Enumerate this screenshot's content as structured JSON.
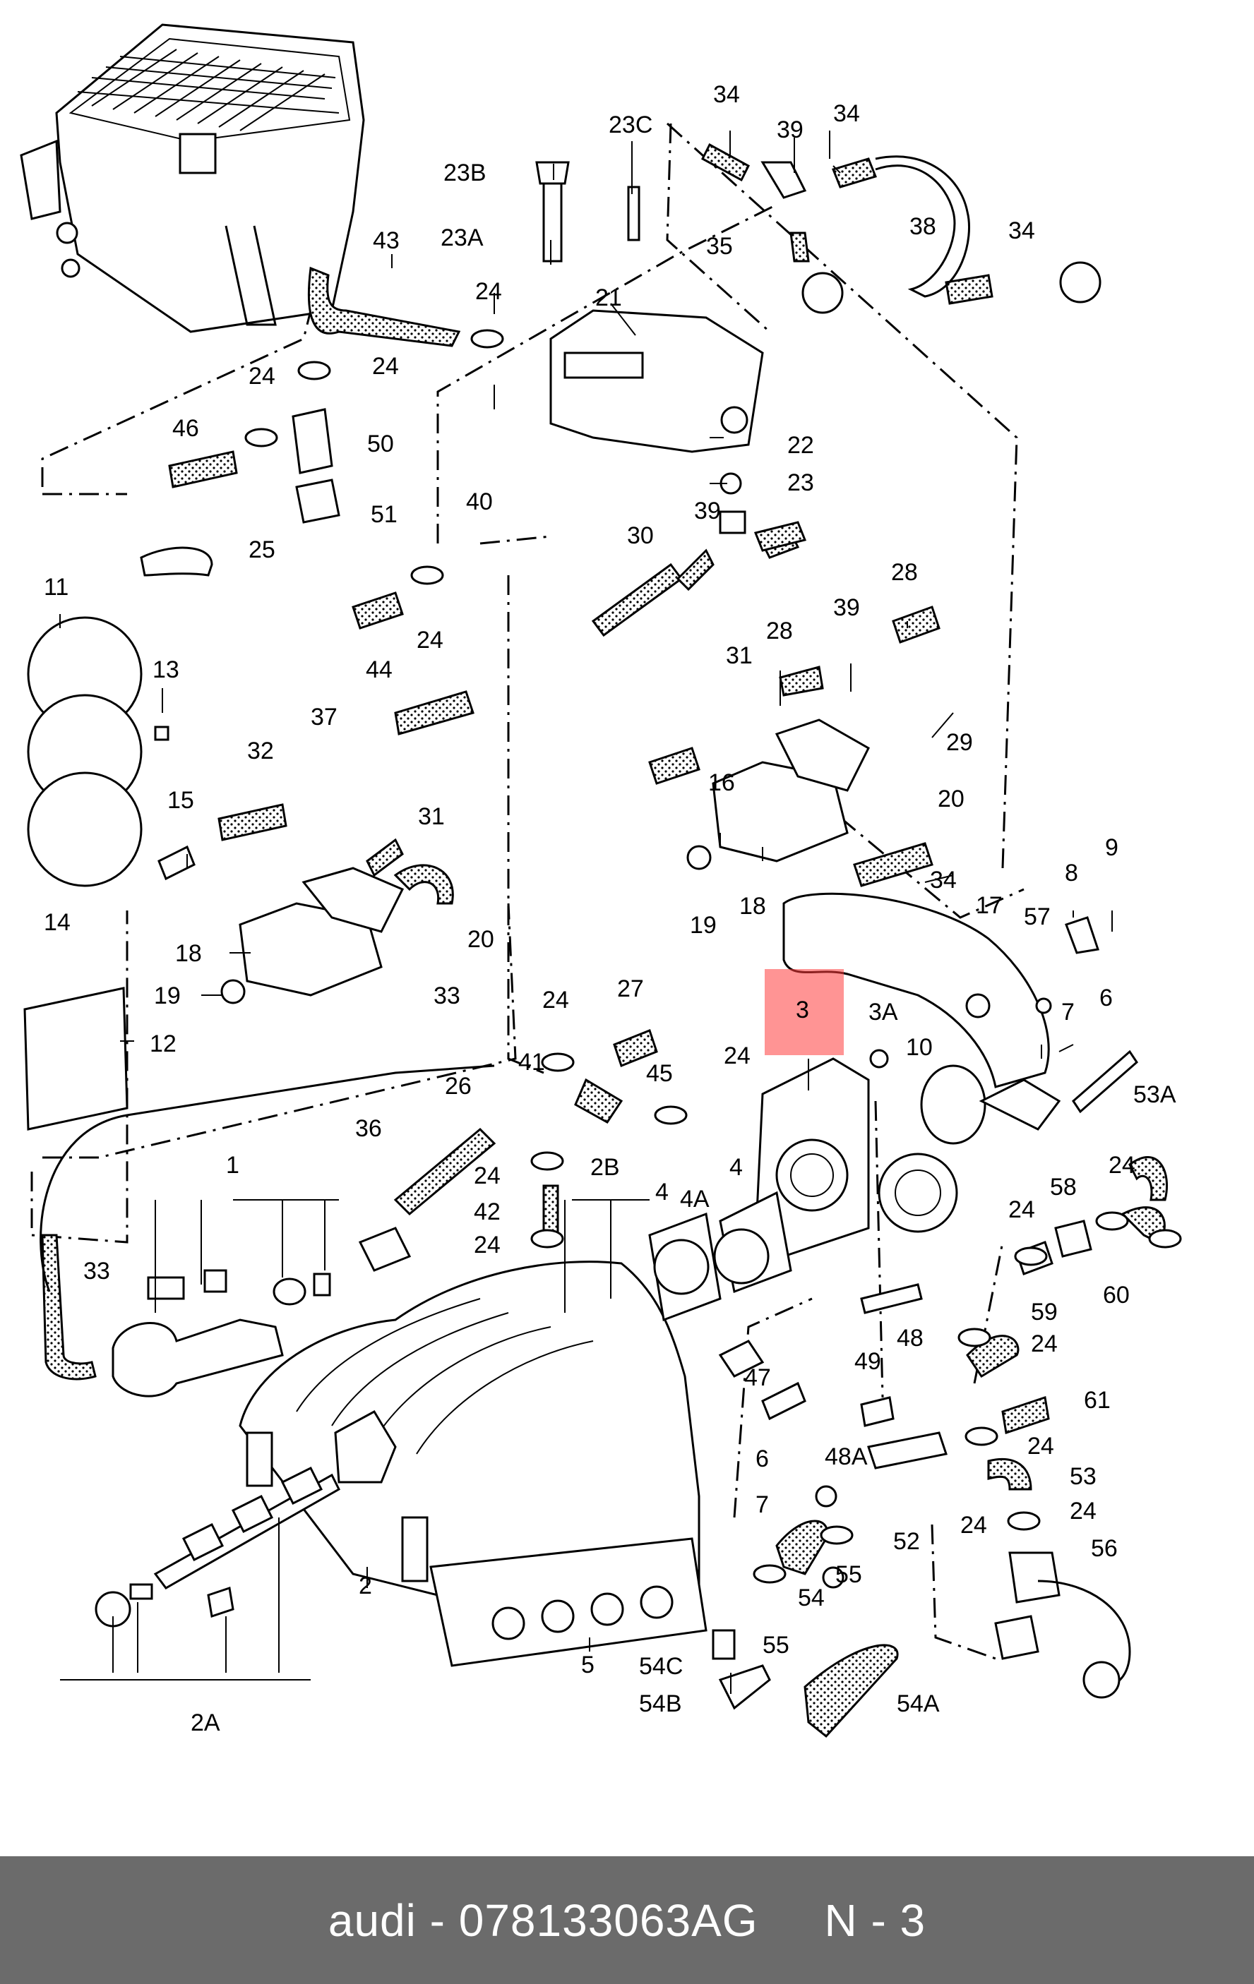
{
  "footer": {
    "caption": "audi - 078133063AG     N - 3"
  },
  "highlight": {
    "label": "3",
    "color": "#ff3c3c"
  },
  "part_labels": [
    "23C",
    "34",
    "39",
    "34",
    "23B",
    "23A",
    "43",
    "24",
    "21",
    "38",
    "35",
    "34",
    "24",
    "24",
    "50",
    "46",
    "22",
    "23",
    "51",
    "25",
    "40",
    "30",
    "39",
    "28",
    "11",
    "13",
    "24",
    "44",
    "31",
    "39",
    "28",
    "37",
    "32",
    "29",
    "16",
    "20",
    "15",
    "31",
    "19",
    "18",
    "34",
    "9",
    "8",
    "17",
    "57",
    "14",
    "18",
    "20",
    "19",
    "33",
    "12",
    "24",
    "27",
    "3",
    "3A",
    "7",
    "6",
    "10",
    "41",
    "24",
    "45",
    "26",
    "36",
    "53A",
    "1",
    "2B",
    "4A",
    "4",
    "4",
    "24",
    "24",
    "58",
    "42",
    "33",
    "24",
    "24",
    "60",
    "59",
    "48",
    "47",
    "49",
    "24",
    "61",
    "48A",
    "6",
    "24",
    "53",
    "7",
    "52",
    "24",
    "24",
    "2",
    "54",
    "55",
    "56",
    "2A",
    "5",
    "54C",
    "55",
    "54B",
    "54A"
  ]
}
